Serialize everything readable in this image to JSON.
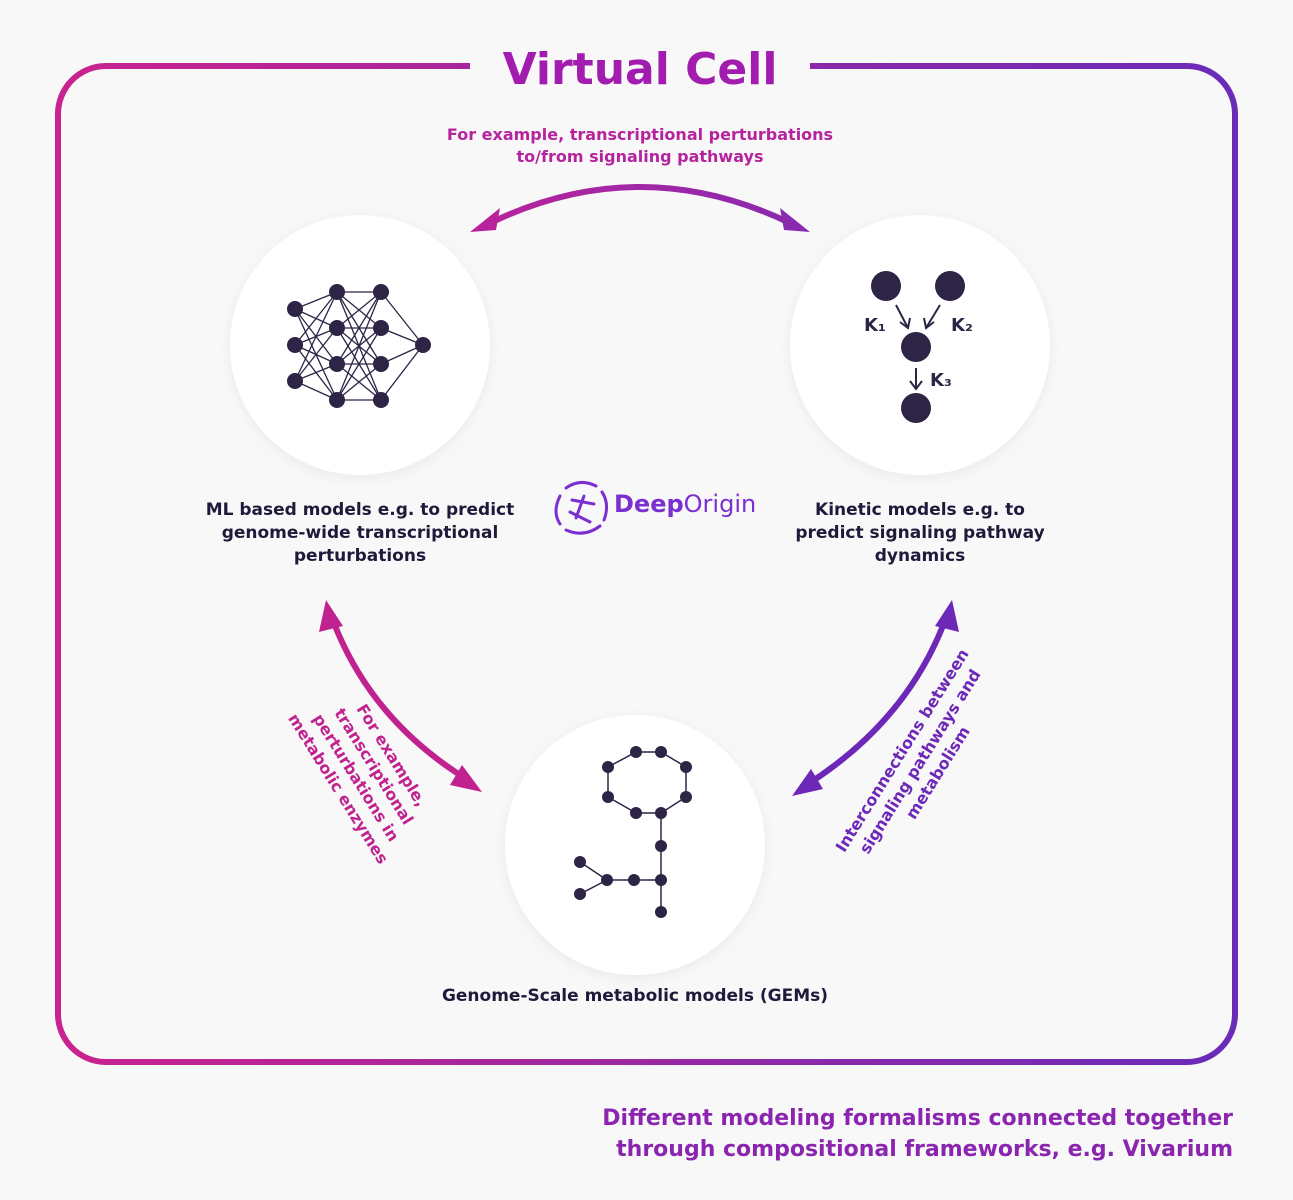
{
  "title": "Virtual Cell",
  "top_link_label": "For example, transcriptional perturbations\nto/from signaling pathways",
  "left_link_label": "For example, transcriptional perturbations in metabolic enzymes",
  "right_link_label": "Interconnections between signaling pathways and metabolism",
  "nodes": {
    "ml": {
      "caption": "ML based models e.g. to predict genome-wide transcriptional perturbations",
      "icon": "neural-network-icon"
    },
    "kinetic": {
      "caption": "Kinetic models e.g. to predict signaling pathway dynamics",
      "icon": "kinetic-network-icon",
      "labels": {
        "k1": "K₁",
        "k2": "K₂",
        "k3": "K₃"
      }
    },
    "gem": {
      "caption": "Genome-Scale metabolic models (GEMs)",
      "icon": "molecule-graph-icon"
    }
  },
  "brand": {
    "part1": "Deep",
    "part2": "Origin"
  },
  "footer": "Different modeling formalisms connected together through compositional frameworks, e.g. Vivarium",
  "colors": {
    "magenta": "#c0238f",
    "purple": "#6d28b8",
    "node": "#2d2446"
  }
}
